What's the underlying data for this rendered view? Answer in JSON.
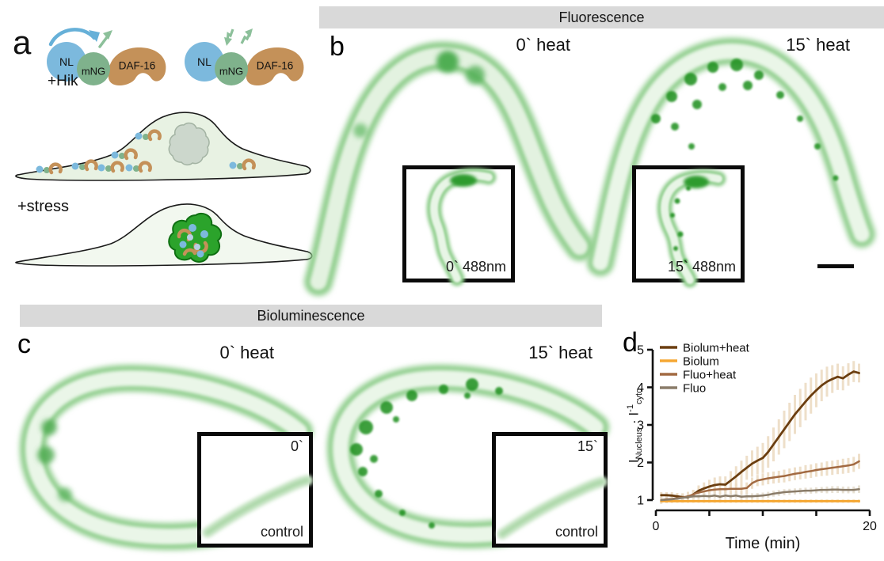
{
  "figure": {
    "panel_a": {
      "label": "a",
      "construct_left": {
        "nl": "NL",
        "mng": "mNG",
        "daf16": "DAF-16",
        "annotation": "+Hik"
      },
      "construct_right": {
        "nl": "NL",
        "mng": "mNG",
        "daf16": "DAF-16"
      },
      "stress_annotation": "+stress"
    },
    "panel_b": {
      "label": "b",
      "header": "Fluorescence",
      "time_left": "0` heat",
      "time_right": "15` heat",
      "inset_left_label": "0` 488nm",
      "inset_right_label": "15` 488nm"
    },
    "panel_c": {
      "label": "c",
      "header": "Bioluminescence",
      "time_left": "0` heat",
      "time_right": "15` heat",
      "inset_left_time": "0`",
      "inset_left_control": "control",
      "inset_right_time": "15`",
      "inset_right_control": "control"
    },
    "panel_d": {
      "label": "d",
      "ylabel_i1": "I",
      "ylabel_sub1": "Nucleus",
      "ylabel_dot": " · ",
      "ylabel_i2": "I",
      "ylabel_sup2": "-1",
      "ylabel_sub2": "cyto"
    }
  },
  "colors": {
    "header_bg": "#d9d9d9",
    "nl_blue": "#7cb9dd",
    "mng_green": "#7fb28c",
    "daf16_tan": "#c49159",
    "worm_green": "#8fce8c",
    "worm_spot_green": "#1f8f1f",
    "stress_nucleus_green": "#2ba32b",
    "scale_bar": "#0a0a0a"
  },
  "chart_data": {
    "type": "line",
    "title": "",
    "xlabel": "Time (min)",
    "ylabel": "I_Nucleus · I^-1_cyto",
    "xlim": [
      0,
      20
    ],
    "ylim": [
      1,
      5
    ],
    "xticks": [
      0,
      5,
      10,
      15,
      20
    ],
    "xtick_labels": [
      "0",
      "",
      "",
      "",
      "20"
    ],
    "yticks": [
      1,
      2,
      3,
      4,
      5
    ],
    "legend_position": "top-left",
    "grid": false,
    "x": [
      0.5,
      1,
      1.5,
      2,
      2.5,
      3,
      3.5,
      4,
      4.5,
      5,
      5.5,
      6,
      6.5,
      7,
      7.5,
      8,
      8.5,
      9,
      9.5,
      10,
      10.5,
      11,
      11.5,
      12,
      12.5,
      13,
      13.5,
      14,
      14.5,
      15,
      15.5,
      16,
      16.5,
      17,
      17.5,
      18,
      18.5,
      19
    ],
    "series": [
      {
        "name": "Biolum+heat",
        "color": "#6b3e10",
        "band_color": "#ecdcc3",
        "width": 2.8,
        "values": [
          1.13,
          1.13,
          1.12,
          1.1,
          1.08,
          1.07,
          1.15,
          1.25,
          1.31,
          1.36,
          1.4,
          1.42,
          1.41,
          1.52,
          1.63,
          1.75,
          1.86,
          1.97,
          2.05,
          2.12,
          2.28,
          2.48,
          2.68,
          2.88,
          3.08,
          3.28,
          3.45,
          3.62,
          3.78,
          3.92,
          4.05,
          4.15,
          4.22,
          4.28,
          4.24,
          4.34,
          4.42,
          4.38
        ],
        "err": [
          0.08,
          0.08,
          0.09,
          0.09,
          0.1,
          0.1,
          0.12,
          0.14,
          0.16,
          0.18,
          0.2,
          0.21,
          0.22,
          0.25,
          0.27,
          0.3,
          0.32,
          0.35,
          0.37,
          0.4,
          0.42,
          0.45,
          0.47,
          0.5,
          0.51,
          0.52,
          0.51,
          0.5,
          0.48,
          0.45,
          0.42,
          0.4,
          0.37,
          0.35,
          0.32,
          0.3,
          0.28,
          0.25
        ]
      },
      {
        "name": "Biolum",
        "color": "#f5a733",
        "band_color": "#f7ead0",
        "width": 3.0,
        "values": [
          0.97,
          0.97,
          0.97,
          0.97,
          0.97,
          0.97,
          0.97,
          0.97,
          0.97,
          0.97,
          0.97,
          0.97,
          0.97,
          0.97,
          0.97,
          0.97,
          0.97,
          0.97,
          0.97,
          0.97,
          0.97,
          0.97,
          0.97,
          0.97,
          0.97,
          0.97,
          0.97,
          0.97,
          0.97,
          0.97,
          0.97,
          0.97,
          0.97,
          0.97,
          0.97,
          0.97,
          0.97,
          0.97
        ],
        "err": [
          0.05,
          0.05,
          0.05,
          0.05,
          0.05,
          0.05,
          0.05,
          0.05,
          0.05,
          0.05,
          0.05,
          0.05,
          0.05,
          0.05,
          0.05,
          0.05,
          0.05,
          0.05,
          0.05,
          0.05,
          0.05,
          0.05,
          0.05,
          0.05,
          0.05,
          0.05,
          0.05,
          0.05,
          0.05,
          0.05,
          0.05,
          0.05,
          0.05,
          0.05,
          0.05,
          0.05,
          0.05,
          0.05
        ]
      },
      {
        "name": "Fluo+heat",
        "color": "#a26a42",
        "band_color": "#ecdcc3",
        "width": 2.5,
        "values": [
          1.0,
          1.02,
          1.03,
          1.05,
          1.07,
          1.1,
          1.15,
          1.2,
          1.23,
          1.26,
          1.28,
          1.29,
          1.29,
          1.3,
          1.3,
          1.3,
          1.32,
          1.45,
          1.52,
          1.55,
          1.58,
          1.6,
          1.62,
          1.64,
          1.67,
          1.7,
          1.72,
          1.75,
          1.77,
          1.8,
          1.82,
          1.84,
          1.86,
          1.88,
          1.9,
          1.92,
          1.95,
          2.03
        ],
        "err": [
          0.1,
          0.1,
          0.1,
          0.11,
          0.11,
          0.12,
          0.12,
          0.13,
          0.13,
          0.13,
          0.14,
          0.14,
          0.14,
          0.14,
          0.14,
          0.15,
          0.15,
          0.15,
          0.15,
          0.16,
          0.16,
          0.16,
          0.16,
          0.17,
          0.17,
          0.17,
          0.17,
          0.18,
          0.18,
          0.18,
          0.18,
          0.19,
          0.19,
          0.19,
          0.2,
          0.2,
          0.2,
          0.2
        ]
      },
      {
        "name": "Fluo",
        "color": "#8a7c69",
        "band_color": "#e6decf",
        "width": 2.5,
        "values": [
          1.0,
          1.01,
          1.02,
          1.04,
          1.06,
          1.08,
          1.1,
          1.1,
          1.11,
          1.1,
          1.12,
          1.09,
          1.12,
          1.1,
          1.12,
          1.09,
          1.1,
          1.1,
          1.11,
          1.12,
          1.14,
          1.17,
          1.19,
          1.21,
          1.22,
          1.23,
          1.24,
          1.25,
          1.25,
          1.26,
          1.27,
          1.27,
          1.28,
          1.28,
          1.27,
          1.27,
          1.27,
          1.29
        ],
        "err": [
          0.08,
          0.08,
          0.08,
          0.08,
          0.08,
          0.08,
          0.08,
          0.08,
          0.08,
          0.08,
          0.08,
          0.08,
          0.08,
          0.08,
          0.08,
          0.08,
          0.08,
          0.08,
          0.08,
          0.08,
          0.08,
          0.08,
          0.08,
          0.08,
          0.08,
          0.08,
          0.08,
          0.08,
          0.08,
          0.08,
          0.08,
          0.09,
          0.09,
          0.09,
          0.09,
          0.09,
          0.09,
          0.1
        ]
      }
    ]
  }
}
